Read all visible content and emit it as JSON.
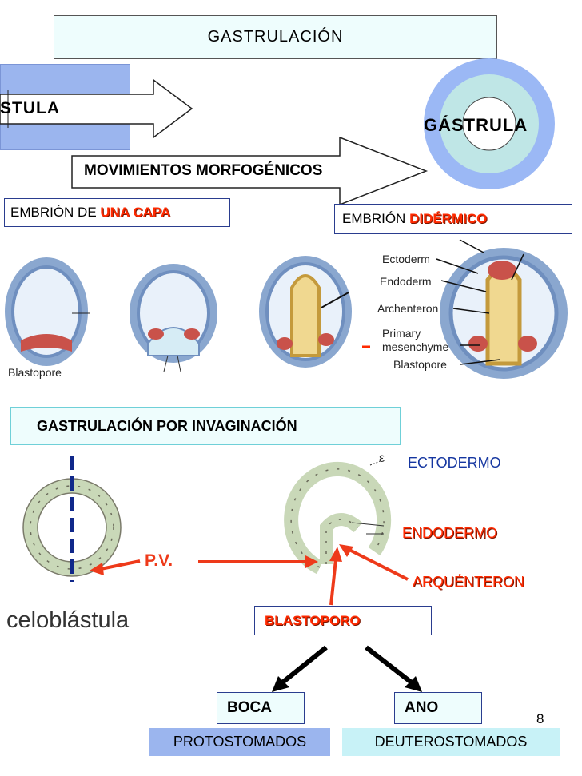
{
  "header": {
    "title": "GASTRULACIÓN"
  },
  "top_diagram": {
    "blastula_label": "STULA",
    "gastrula_label": "GÁSTRULA",
    "movements_label": "MOVIMIENTOS MORFOGÉNICOS",
    "one_layer_prefix": "EMBRIÓN DE ",
    "one_layer_emphasis": "UNA CAPA",
    "didermic_prefix": "EMBRIÓN ",
    "didermic_emphasis": "DIDÉRMICO"
  },
  "stage_labels": {
    "blastopore_1": "Blastopore",
    "ectoderm": "Ectoderm",
    "endoderm": "Endoderm",
    "archenteron": "Archenteron",
    "primary": "Primary",
    "mesenchyme": "mesenchyme",
    "blastopore_2": "Blastopore"
  },
  "invagination": {
    "title": "GASTRULACIÓN POR INVAGINACIÓN",
    "ectodermo": "ECTODERMO",
    "endodermo": "ENDODERMO",
    "arquenteron": "ARQUÉNTERON",
    "pv": "P.V.",
    "celoblastula": "celoblástula",
    "blastoporo": "BLASTOPORO",
    "small_mark": "ε"
  },
  "outcomes": {
    "boca": "BOCA",
    "ano": "ANO",
    "protostomados": "PROTOSTOMADOS",
    "deuterostomados": "DEUTEROSTOMADOS"
  },
  "page_number": "8",
  "colors": {
    "accent_red": "#ff2a00",
    "navy": "#1536a0",
    "light_blue_box": "#9bb5ee",
    "cyan_box": "#c8f2f7",
    "ring_outer": "#9bb8f5",
    "ring_inner": "#bfe6e6"
  }
}
